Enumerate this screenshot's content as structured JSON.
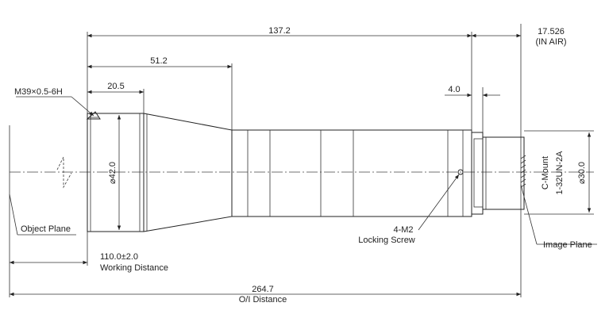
{
  "drawing": {
    "dimensions": {
      "total_length": "137.2",
      "back_focal": "17.526",
      "back_focal_note": "(IN AIR)",
      "front_to_shoulder": "51.2",
      "front_section": "20.5",
      "thread_spec": "M39×0.5-6H",
      "locking_offset": "4.0",
      "front_diameter": "⌀42.0",
      "mount_diameter": "⌀30.0",
      "working_distance_value": "110.0±2.0",
      "working_distance_label": "Working Distance",
      "oi_distance_value": "264.7",
      "oi_distance_label": "O/I Distance"
    },
    "callouts": {
      "mount_type": "C-Mount",
      "mount_thread": "1-32UN-2A",
      "screw_spec": "4-M2",
      "screw_label": "Locking Screw",
      "object_plane": "Object Plane",
      "image_plane": "Image Plane"
    }
  }
}
